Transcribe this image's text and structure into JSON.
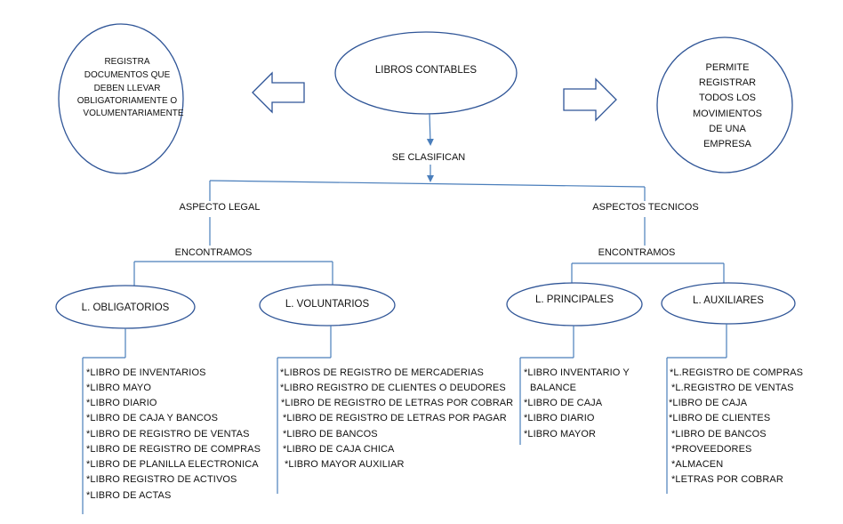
{
  "colors": {
    "line": "#4a7ebb",
    "outline": "#2f5597",
    "fill": "#ffffff",
    "text": "#111111"
  },
  "center": {
    "label": "LIBROS CONTABLES"
  },
  "left_note": {
    "lines": [
      "REGISTRA",
      "DOCUMENTOS QUE",
      "DEBEN LLEVAR",
      "OBLIGATORIAMENTE O",
      "VOLUMENTARIAMENTE"
    ]
  },
  "right_note": {
    "lines": [
      "PERMITE",
      "REGISTRAR",
      "TODOS LOS",
      "MOVIMIENTOS",
      "DE UNA",
      "EMPRESA"
    ]
  },
  "arrows": {
    "left": "arrow-left-icon",
    "right": "arrow-right-icon"
  },
  "connector": {
    "label": "SE CLASIFICAN"
  },
  "legal": {
    "label": "ASPECTO LEGAL",
    "connector": "ENCONTRAMOS",
    "obligatorios": {
      "label": "L. OBLIGATORIOS",
      "items": [
        "*LIBRO DE INVENTARIOS",
        "*LIBRO MAYO",
        "*LIBRO DIARIO",
        "*LIBRO DE CAJA Y BANCOS",
        "*LIBRO DE REGISTRO DE VENTAS",
        "*LIBRO DE REGISTRO DE COMPRAS",
        "*LIBRO DE PLANILLA ELECTRONICA",
        "*LIBRO REGISTRO DE ACTIVOS",
        "*LIBRO DE ACTAS"
      ]
    },
    "voluntarios": {
      "label": "L. VOLUNTARIOS",
      "items": [
        "*LIBROS DE REGISTRO DE MERCADERIAS",
        "*LIBRO REGISTRO DE CLIENTES O DEUDORES",
        "*LIBRO DE REGISTRO DE LETRAS POR COBRAR",
        "*LIBRO DE REGISTRO DE LETRAS POR PAGAR",
        "*LIBRO DE BANCOS",
        "*LIBRO DE CAJA CHICA",
        "*LIBRO MAYOR AUXILIAR"
      ]
    }
  },
  "tecnicos": {
    "label": "ASPECTOS  TECNICOS",
    "connector": "ENCONTRAMOS",
    "principales": {
      "label": "L. PRINCIPALES",
      "items": [
        "*LIBRO INVENTARIO Y",
        "BALANCE",
        "*LIBRO DE CAJA",
        "*LIBRO DIARIO",
        "*LIBRO MAYOR"
      ]
    },
    "auxiliares": {
      "label": "L. AUXILIARES",
      "items": [
        "*L.REGISTRO DE COMPRAS",
        "*L.REGISTRO DE VENTAS",
        "*LIBRO DE CAJA",
        "*LIBRO DE CLIENTES",
        "*LIBRO DE BANCOS",
        "*PROVEEDORES",
        "*ALMACEN",
        "*LETRAS POR COBRAR"
      ]
    }
  }
}
